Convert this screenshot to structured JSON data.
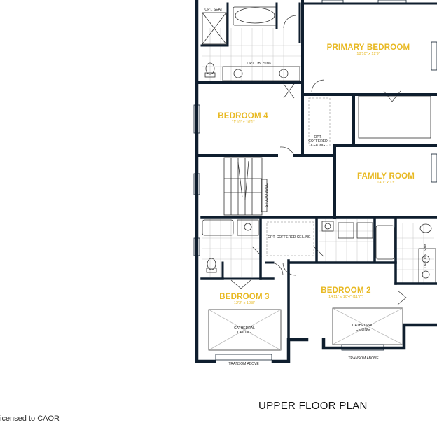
{
  "rooms": {
    "primary_bedroom": {
      "name": "PRIMARY BEDROOM",
      "dims": "18'10\" x 12'9\""
    },
    "bedroom_4": {
      "name": "BEDROOM 4",
      "dims": "11'10\" x 10'1\""
    },
    "family_room": {
      "name": "FAMILY ROOM",
      "dims": "14'1\" x 13'"
    },
    "bedroom_3": {
      "name": "BEDROOM 3",
      "dims": "12'2\" x 10'8\""
    },
    "bedroom_2": {
      "name": "BEDROOM 2",
      "dims": "14'11\" x 10'4\" (11'7\")"
    }
  },
  "annotations": {
    "opt_seat": "OPT. SEAT",
    "opt_dbl_sink_1": "OPT. DBL SINK",
    "opt_dbl_sink_2": "OPT. DBL SINK",
    "opt_coffered_1": "OPT. COFFERED CEILING",
    "opt_coffered_2": "OPT. COFFERED CEILING",
    "studio_wall": "STUDIO WALL",
    "cathedral_1": "CATHEDRAL CEILING",
    "cathedral_2": "CATHEDRAL CEILING",
    "transom_1": "TRANSOM ABOVE",
    "transom_2": "TRANSOM ABOVE"
  },
  "caption": "UPPER FLOOR PLAN",
  "credit": "icensed to CAOR",
  "colors": {
    "wall": "#0f1e2e",
    "label": "#e8b923"
  }
}
